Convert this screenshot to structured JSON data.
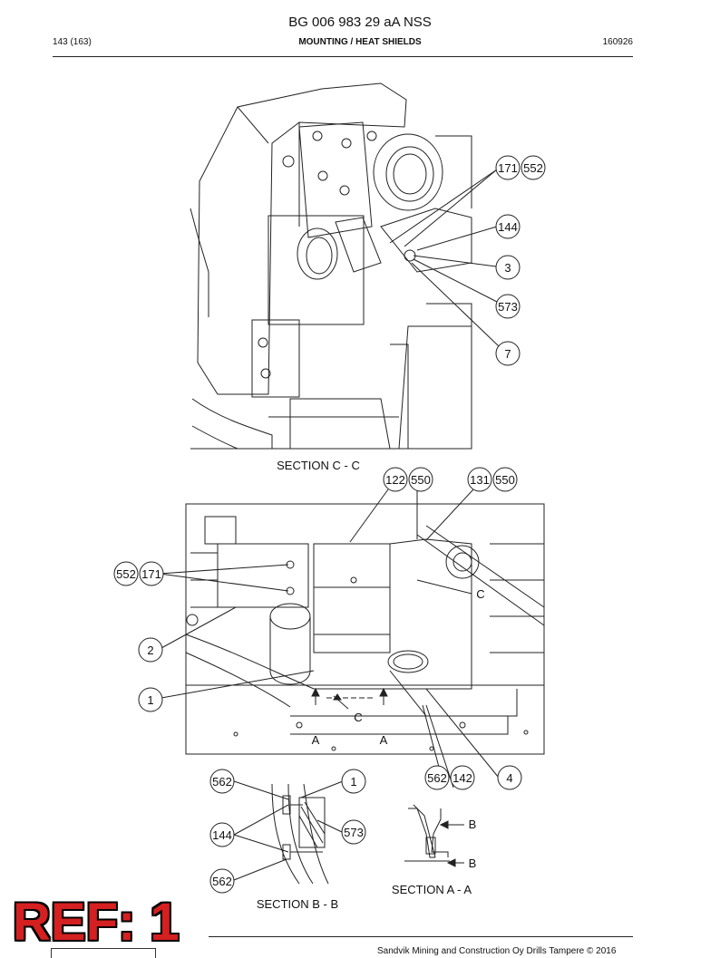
{
  "header": {
    "title": "BG 006 983 29 aA NSS",
    "page": "143 (163)",
    "section": "MOUNTING / HEAT SHIELDS",
    "date_code": "160926"
  },
  "sections": {
    "c_c": "SECTION C - C",
    "b_b": "SECTION B - B",
    "a_a": "SECTION A - A"
  },
  "view_letters": {
    "a1": "A",
    "a2": "A",
    "c1": "C",
    "c2": "C",
    "b1": "B",
    "b2": "B"
  },
  "callouts": {
    "top": [
      "171",
      "552",
      "144",
      "3",
      "573",
      "7"
    ],
    "middle": [
      "122",
      "550",
      "131",
      "550",
      "552",
      "171",
      "2",
      "1",
      "562",
      "142",
      "4"
    ],
    "bottom": [
      "562",
      "1",
      "144",
      "573",
      "562"
    ]
  },
  "footer": {
    "text": "Sandvik Mining and Construction Oy Drills Tampere © 2016"
  },
  "stamp": {
    "text": "REF: 1",
    "color": "#d42020"
  }
}
